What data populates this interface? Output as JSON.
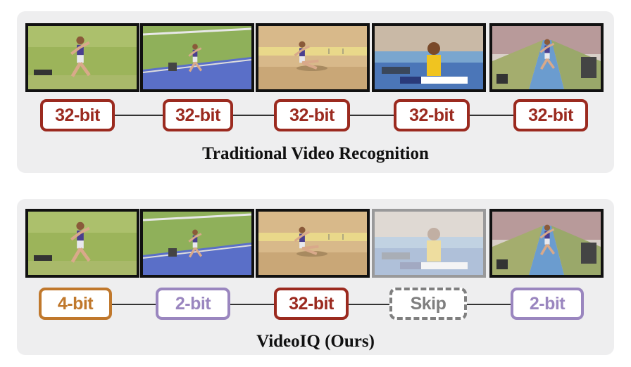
{
  "traditional": {
    "caption": "Traditional Video Recognition",
    "badges": [
      {
        "label": "32-bit",
        "color": "#9b2a1f",
        "dashed": false
      },
      {
        "label": "32-bit",
        "color": "#9b2a1f",
        "dashed": false
      },
      {
        "label": "32-bit",
        "color": "#9b2a1f",
        "dashed": false
      },
      {
        "label": "32-bit",
        "color": "#9b2a1f",
        "dashed": false
      },
      {
        "label": "32-bit",
        "color": "#9b2a1f",
        "dashed": false
      }
    ]
  },
  "videoiq": {
    "caption": "VideoIQ (Ours)",
    "badges": [
      {
        "label": "4-bit",
        "color": "#c0782c",
        "dashed": false
      },
      {
        "label": "2-bit",
        "color": "#9a86bf",
        "dashed": false
      },
      {
        "label": "32-bit",
        "color": "#9b2a1f",
        "dashed": false
      },
      {
        "label": "Skip",
        "color": "#7f7f7f",
        "dashed": true
      },
      {
        "label": "2-bit",
        "color": "#9a86bf",
        "dashed": false
      }
    ],
    "skipped_frame": 4
  },
  "frames": [
    {
      "scene": "runner-approach",
      "icon": "athlete-running-image"
    },
    {
      "scene": "runner-track",
      "icon": "athlete-track-image"
    },
    {
      "scene": "long-jump-landing",
      "icon": "long-jump-sandpit-image"
    },
    {
      "scene": "athlete-closeup",
      "icon": "athlete-interview-image"
    },
    {
      "scene": "stadium-runway",
      "icon": "stadium-runway-image"
    }
  ]
}
